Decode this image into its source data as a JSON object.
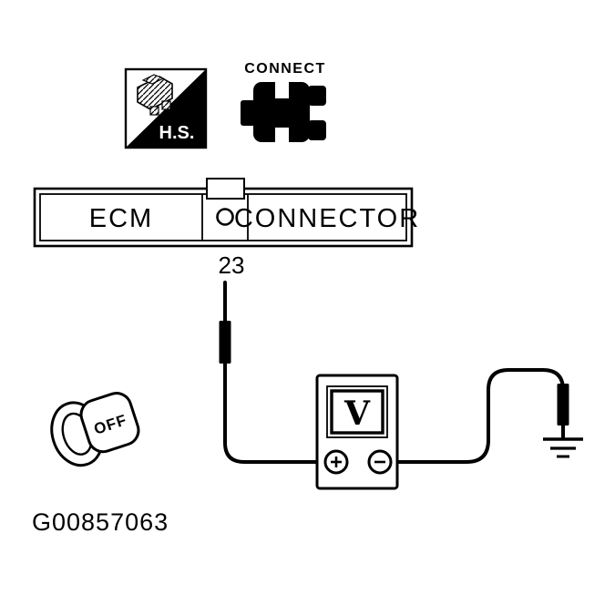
{
  "diagram": {
    "hs_badge": {
      "label": "H.S."
    },
    "connect_badge": {
      "label": "CONNECT"
    },
    "ecm_connector": {
      "left_label": "ECM",
      "right_label": "CONNECTOR",
      "terminal_number": "23"
    },
    "voltmeter": {
      "display_letter": "V",
      "positive_symbol": "+",
      "negative_symbol": "−"
    },
    "ignition_switch": {
      "position": "OFF"
    },
    "figure_id": "G00857063",
    "colors": {
      "ink": "#000000",
      "paper": "#ffffff"
    }
  }
}
